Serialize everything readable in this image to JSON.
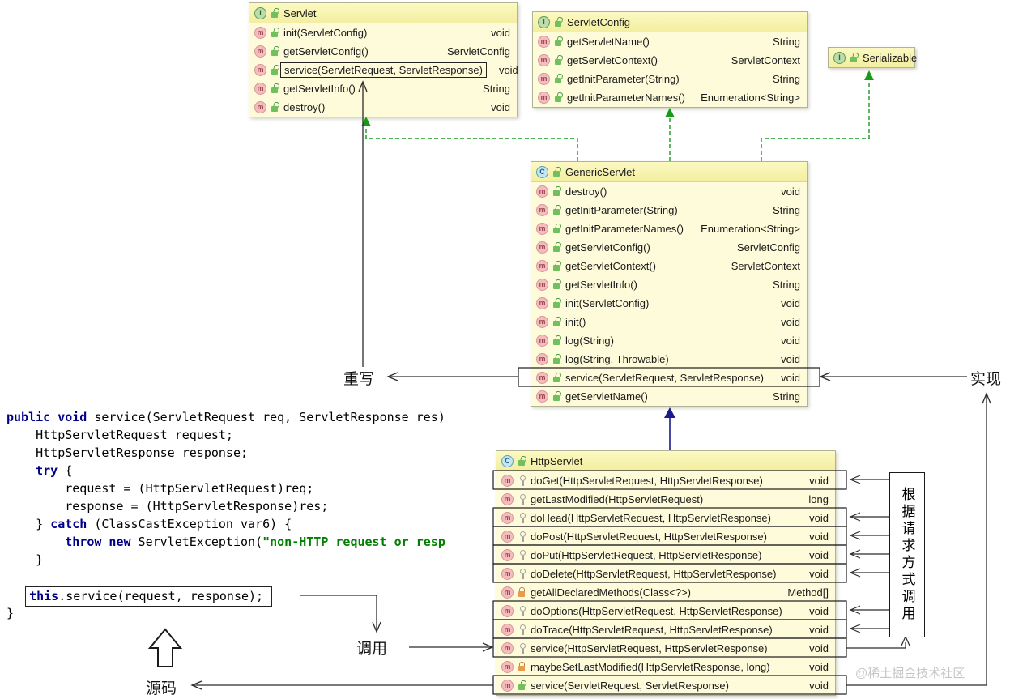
{
  "icons": {
    "method": "m",
    "interface": "I",
    "class": "C"
  },
  "classes": {
    "servlet": {
      "kind": "I",
      "name": "Servlet",
      "methods": [
        {
          "name": "init(ServletConfig)",
          "ret": "void",
          "vis": "public"
        },
        {
          "name": "getServletConfig()",
          "ret": "ServletConfig",
          "vis": "public"
        },
        {
          "name": "service(ServletRequest, ServletResponse)",
          "ret": "void",
          "vis": "public",
          "highlighted": true
        },
        {
          "name": "getServletInfo()",
          "ret": "String",
          "vis": "public"
        },
        {
          "name": "destroy()",
          "ret": "void",
          "vis": "public"
        }
      ]
    },
    "servletConfig": {
      "kind": "I",
      "name": "ServletConfig",
      "methods": [
        {
          "name": "getServletName()",
          "ret": "String",
          "vis": "public"
        },
        {
          "name": "getServletContext()",
          "ret": "ServletContext",
          "vis": "public"
        },
        {
          "name": "getInitParameter(String)",
          "ret": "String",
          "vis": "public"
        },
        {
          "name": "getInitParameterNames()",
          "ret": "Enumeration<String>",
          "vis": "public"
        }
      ]
    },
    "serializable": {
      "kind": "I",
      "name": "Serializable"
    },
    "genericServlet": {
      "kind": "C",
      "name": "GenericServlet",
      "methods": [
        {
          "name": "destroy()",
          "ret": "void",
          "vis": "public"
        },
        {
          "name": "getInitParameter(String)",
          "ret": "String",
          "vis": "public"
        },
        {
          "name": "getInitParameterNames()",
          "ret": "Enumeration<String>",
          "vis": "public"
        },
        {
          "name": "getServletConfig()",
          "ret": "ServletConfig",
          "vis": "public"
        },
        {
          "name": "getServletContext()",
          "ret": "ServletContext",
          "vis": "public"
        },
        {
          "name": "getServletInfo()",
          "ret": "String",
          "vis": "public"
        },
        {
          "name": "init(ServletConfig)",
          "ret": "void",
          "vis": "public"
        },
        {
          "name": "init()",
          "ret": "void",
          "vis": "public"
        },
        {
          "name": "log(String)",
          "ret": "void",
          "vis": "public"
        },
        {
          "name": "log(String, Throwable)",
          "ret": "void",
          "vis": "public"
        },
        {
          "name": "service(ServletRequest, ServletResponse)",
          "ret": "void",
          "vis": "public",
          "highlighted": true
        },
        {
          "name": "getServletName()",
          "ret": "String",
          "vis": "public"
        }
      ]
    },
    "httpServlet": {
      "kind": "C",
      "name": "HttpServlet",
      "methods": [
        {
          "name": "doGet(HttpServletRequest, HttpServletResponse)",
          "ret": "void",
          "vis": "protected",
          "highlighted": true
        },
        {
          "name": "getLastModified(HttpServletRequest)",
          "ret": "long",
          "vis": "protected"
        },
        {
          "name": "doHead(HttpServletRequest, HttpServletResponse)",
          "ret": "void",
          "vis": "protected",
          "highlighted": true
        },
        {
          "name": "doPost(HttpServletRequest, HttpServletResponse)",
          "ret": "void",
          "vis": "protected",
          "highlighted": true
        },
        {
          "name": "doPut(HttpServletRequest, HttpServletResponse)",
          "ret": "void",
          "vis": "protected",
          "highlighted": true
        },
        {
          "name": "doDelete(HttpServletRequest, HttpServletResponse)",
          "ret": "void",
          "vis": "protected",
          "highlighted": true
        },
        {
          "name": "getAllDeclaredMethods(Class<?>)",
          "ret": "Method[]",
          "vis": "private"
        },
        {
          "name": "doOptions(HttpServletRequest, HttpServletResponse)",
          "ret": "void",
          "vis": "protected",
          "highlighted": true
        },
        {
          "name": "doTrace(HttpServletRequest, HttpServletResponse)",
          "ret": "void",
          "vis": "protected",
          "highlighted": true
        },
        {
          "name": "service(HttpServletRequest, HttpServletResponse)",
          "ret": "void",
          "vis": "protected",
          "highlighted": true
        },
        {
          "name": "maybeSetLastModified(HttpServletResponse, long)",
          "ret": "void",
          "vis": "private"
        },
        {
          "name": "service(ServletRequest, ServletResponse)",
          "ret": "void",
          "vis": "public",
          "highlighted": true
        }
      ]
    }
  },
  "code": {
    "lines": [
      {
        "s0": "public void",
        "s1": " service(ServletRequest req, ServletResponse res)"
      },
      {
        "s0": "    HttpServletRequest request;"
      },
      {
        "s0": "    HttpServletResponse response;"
      },
      {
        "s0": "    try",
        "s1": " {"
      },
      {
        "s0": "        request = (HttpServletRequest)req;"
      },
      {
        "s0": "        response = (HttpServletResponse)res;"
      },
      {
        "s0": "    } ",
        "s1": "catch",
        "s2": " (ClassCastException var6) {"
      },
      {
        "s0": "        ",
        "s1": "throw new",
        "s2": " ServletException(",
        "s3": "\"non-HTTP request or resp"
      },
      {
        "s0": "    }"
      },
      {
        "s0": ""
      },
      {
        "indent": "   ",
        "s0": "this",
        "s1": ".service(request, response);"
      },
      {
        "s0": "}"
      }
    ]
  },
  "labels": {
    "override": "重写",
    "implement": "实现",
    "invoke": "调用",
    "source": "源码",
    "dispatch": "根据请求方式调用",
    "watermark": "@稀土掘金技术社区"
  },
  "colors": {
    "realization_arrow": "#189a18",
    "inheritance_arrow": "#1a1a8c",
    "annotation_line": "#2b2b2b",
    "box_fill": "#fdfbd9",
    "header_fill": "#f3eea0"
  }
}
